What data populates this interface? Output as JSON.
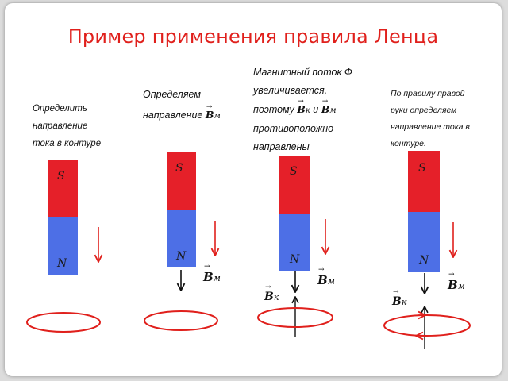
{
  "title": "Пример применения правила Ленца",
  "colors": {
    "title": "#e0201c",
    "south": "#e52029",
    "north": "#4d6fe6",
    "arrow_red": "#e0201c",
    "ring": "#e0201c"
  },
  "poles": {
    "south": "S",
    "north": "N"
  },
  "captions": {
    "step1": [
      "Определить",
      "направление",
      "тока в контуре"
    ],
    "step2": {
      "line1": "Определяем",
      "line2": "направление",
      "vec": "B",
      "sub": "м"
    },
    "step3": {
      "line1": "Магнитный поток Ф",
      "line2": "увеличивается,",
      "line3_prefix": "поэтому",
      "vec1": "B",
      "sub1": "к",
      "conj": "и",
      "vec2": "B",
      "sub2": "м",
      "line4": "противоположно",
      "line5": "направлены"
    },
    "step4": [
      "По правилу правой",
      "руки определяем",
      "направление тока в",
      "контуре."
    ]
  },
  "labels": {
    "bm": {
      "base": "B",
      "sub": "м"
    },
    "bk": {
      "base": "B",
      "sub": "к"
    }
  }
}
